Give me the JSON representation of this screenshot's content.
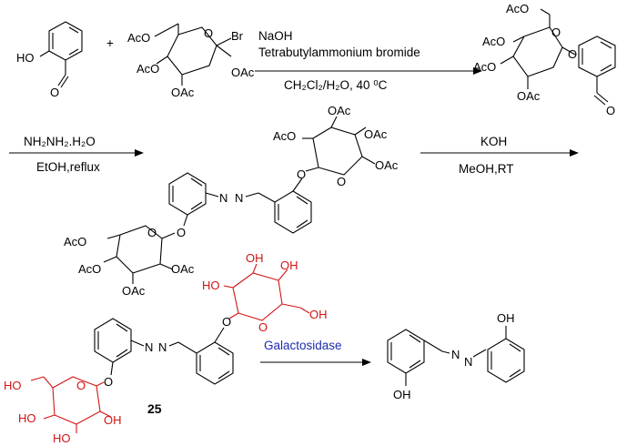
{
  "labels": {
    "ho": "HO",
    "oh": "OH",
    "br": "Br",
    "ring_o": "O",
    "aldehyde_o": "O",
    "aco": "AcO",
    "oac": "OAc",
    "plus": "+",
    "azine": "N",
    "six_oh": "OH"
  },
  "reagents": {
    "step1_line1": "NaOH",
    "step1_line2": "Tetrabutylammonium bromide",
    "step1_line3": "CH₂Cl₂/H₂O, 40 ⁰C",
    "step2_line1": "NH₂NH₂.H₂O",
    "step2_line2": "EtOH,reflux",
    "step3_line1": "KOH",
    "step3_line2": "MeOH,RT",
    "step4_enzyme": "Galactosidase"
  },
  "compound_label": "25",
  "colors": {
    "sugar_highlight": "#d21414",
    "enzyme_text": "#1c2bb0",
    "bonds": "#000000"
  }
}
